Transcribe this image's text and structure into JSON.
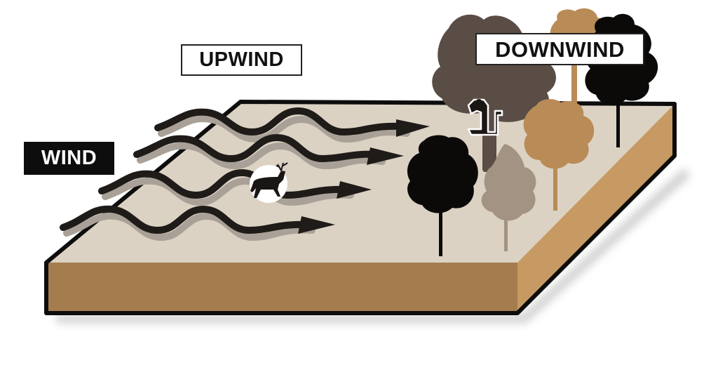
{
  "diagram": {
    "type": "illustration",
    "subject": "Wind direction relative to deer and tree stand",
    "labels": {
      "wind": "WIND",
      "upwind": "UPWIND",
      "downwind": "DOWNWIND"
    },
    "elements": {
      "wind_arrows": 4,
      "wind_direction": "left-to-right",
      "deer": "buck silhouette in white circle (upwind area)",
      "tree_stand": "hunter in tree stand (downwind area)",
      "trees": [
        "black tree",
        "light taupe tree",
        "dark brown tree",
        "tan tree",
        "black tree back"
      ]
    },
    "colors": {
      "ground_top": "#dcd2c3",
      "ground_front": "#a47c4e",
      "ground_side": "#c79a63",
      "outline": "#0d0d0d",
      "arrow": "#1e1b18",
      "arrow_shadow": "#a9a197",
      "tree_black": "#0b0a09",
      "tree_dark_brown": "#5a4d45",
      "tree_taupe": "#a39383",
      "tree_tan": "#b98b57",
      "label_dark_bg": "#0d0d0d",
      "label_light_bg": "#ffffff"
    }
  }
}
